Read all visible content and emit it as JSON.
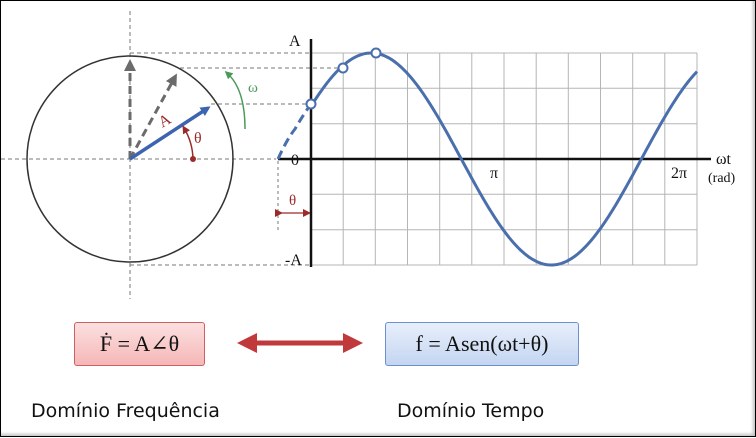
{
  "diagram": {
    "axis_labels": {
      "amplitude_top": "A",
      "amplitude_bottom": "-A",
      "zero": "0",
      "pi": "π",
      "two_pi": "2π",
      "x_axis": "ωt",
      "x_unit": "(rad)",
      "theta_offset": "θ"
    },
    "phasor_labels": {
      "amplitude": "A",
      "angle": "θ",
      "angular_velocity": "ω"
    }
  },
  "formulas": {
    "frequency_domain": "Ḟ = A∠θ",
    "time_domain": "f = Asen(ωt+θ)"
  },
  "captions": {
    "frequency_domain": "Domínio Frequência",
    "time_domain": "Domínio Tempo"
  },
  "colors": {
    "sine_wave": "#4a6fad",
    "phasor": "#3d64b0",
    "angle_marker": "#9b2b2b",
    "omega_arrow": "#4a9a5a",
    "double_arrow": "#c0393b"
  }
}
